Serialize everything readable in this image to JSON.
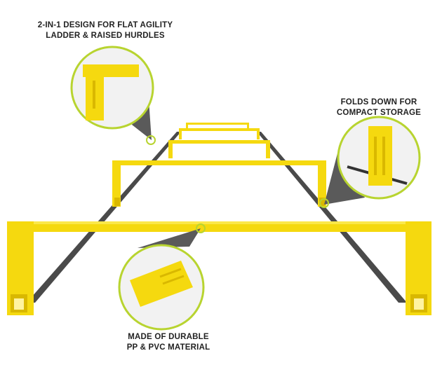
{
  "callouts": {
    "top": {
      "line1": "2-IN-1 DESIGN FOR FLAT AGILITY",
      "line2": "LADDER & RAISED HURDLES"
    },
    "right": {
      "line1": "FOLDS DOWN FOR",
      "line2": "COMPACT STORAGE"
    },
    "bottom": {
      "line1": "MADE OF DURABLE",
      "line2": "PP & PVC MATERIAL"
    }
  },
  "colors": {
    "hurdle": "#f5d90f",
    "hurdle_shade": "#d9b800",
    "strap": "#4a4a4a",
    "callout_ring": "#b8d430",
    "cone": "#5a5a5a"
  }
}
